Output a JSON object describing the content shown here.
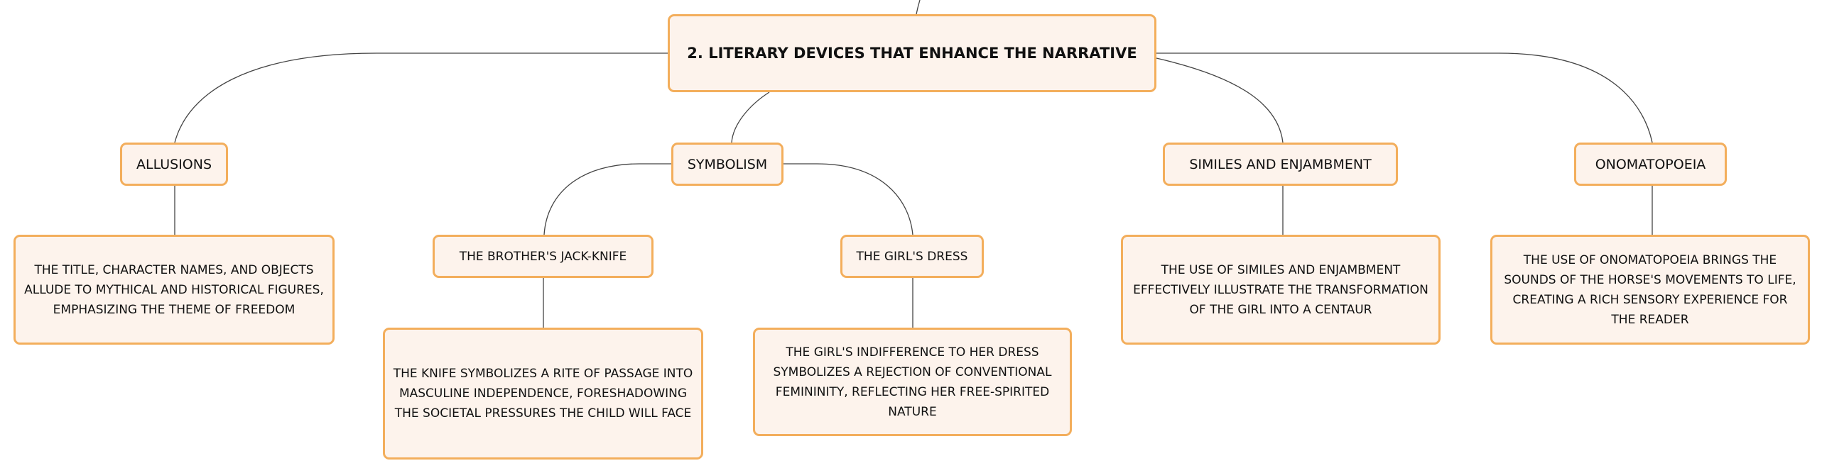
{
  "root": {
    "label": "2. LITERARY DEVICES THAT ENHANCE THE NARRATIVE"
  },
  "branches": {
    "allusions": {
      "label": "ALLUSIONS",
      "note": "THE TITLE, CHARACTER NAMES, AND OBJECTS ALLUDE TO MYTHICAL AND HISTORICAL FIGURES, EMPHASIZING THE THEME OF FREEDOM"
    },
    "symbolism": {
      "label": "SYMBOLISM",
      "children": {
        "jackknife": {
          "label": "THE BROTHER'S JACK-KNIFE",
          "note": "THE KNIFE SYMBOLIZES A RITE OF PASSAGE INTO MASCULINE INDEPENDENCE, FORESHADOWING THE SOCIETAL PRESSURES THE CHILD WILL FACE"
        },
        "dress": {
          "label": "THE GIRL'S DRESS",
          "note": "THE GIRL'S INDIFFERENCE TO HER DRESS SYMBOLIZES A REJECTION OF CONVENTIONAL FEMININITY, REFLECTING HER FREE-SPIRITED NATURE"
        }
      }
    },
    "similes": {
      "label": "SIMILES AND ENJAMBMENT",
      "note": "THE USE OF SIMILES AND ENJAMBMENT EFFECTIVELY ILLUSTRATE THE TRANSFORMATION OF THE GIRL INTO A CENTAUR"
    },
    "onomatopoeia": {
      "label": "ONOMATOPOEIA",
      "note": "THE USE OF ONOMATOPOEIA BRINGS THE SOUNDS OF THE HORSE'S MOVEMENTS TO LIFE, CREATING A RICH SENSORY EXPERIENCE FOR THE READER"
    }
  },
  "colors": {
    "node_fill": "#fdf3ec",
    "node_border": "#f3ae5c",
    "connector": "#444444"
  }
}
